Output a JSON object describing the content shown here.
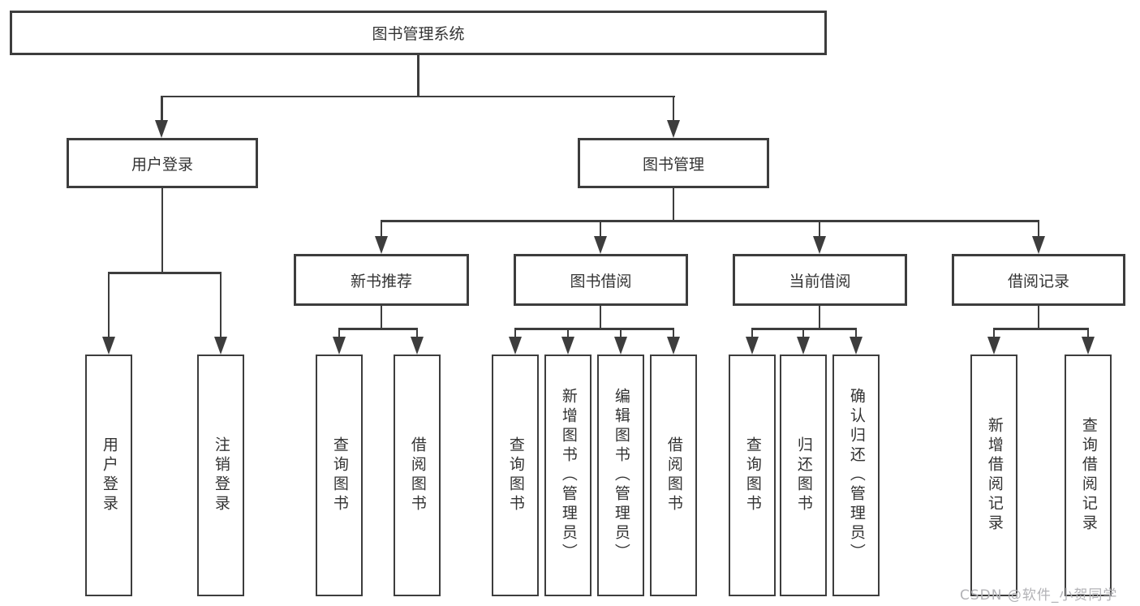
{
  "tree": {
    "root": "图书管理系统",
    "user_login": {
      "label": "用户登录",
      "children": [
        "用户登录",
        "注销登录"
      ]
    },
    "book_management": {
      "label": "图书管理",
      "groups": [
        {
          "label": "新书推荐",
          "children": [
            "查询图书",
            "借阅图书"
          ]
        },
        {
          "label": "图书借阅",
          "children": [
            "查询图书",
            "新增图书（管理员）",
            "编辑图书（管理员）",
            "借阅图书"
          ]
        },
        {
          "label": "当前借阅",
          "children": [
            "查询图书",
            "归还图书",
            "确认归还（管理员）"
          ]
        },
        {
          "label": "借阅记录",
          "children": [
            "新增借阅记录",
            "查询借阅记录"
          ]
        }
      ]
    }
  },
  "watermark": "CSDN @软件_小贺同学",
  "colors": {
    "line": "#3d3d3d",
    "text": "#333333",
    "watermark": "#b2b2b6"
  }
}
